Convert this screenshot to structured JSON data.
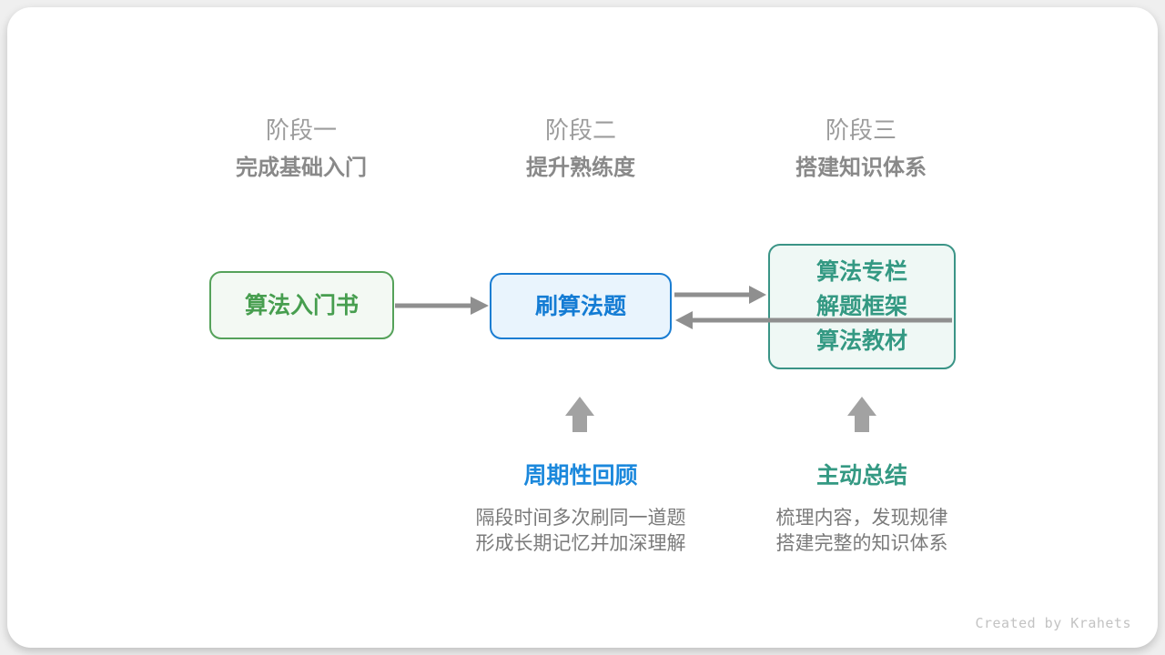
{
  "stages": [
    {
      "label": "阶段一",
      "subtitle": "完成基础入门"
    },
    {
      "label": "阶段二",
      "subtitle": "提升熟练度"
    },
    {
      "label": "阶段三",
      "subtitle": "搭建知识体系"
    }
  ],
  "nodes": [
    {
      "label": "算法入门书",
      "color": "#479e4f",
      "border": "#55a25a",
      "bg": "#f3f9f3"
    },
    {
      "label": "刷算法题",
      "color": "#147cd4",
      "border": "#1a7dd2",
      "bg": "#e9f4fd"
    },
    {
      "lines": [
        "算法专栏",
        "解题框架",
        "算法教材"
      ],
      "color": "#349983",
      "border": "#3a9486",
      "bg": "#eff8f5"
    }
  ],
  "annotations": [
    {
      "title": "周期性回顾",
      "color": "#1b88dc",
      "desc": [
        "隔段时间多次刷同一道题",
        "形成长期记忆并加深理解"
      ]
    },
    {
      "title": "主动总结",
      "color": "#349983",
      "desc": [
        "梳理内容，发现规律",
        "搭建完整的知识体系"
      ]
    }
  ],
  "arrows": {
    "line_color": "#8f8f8f",
    "up_arrow_color": "#a2a2a2"
  },
  "footer": {
    "credit": "Created by Krahets"
  }
}
